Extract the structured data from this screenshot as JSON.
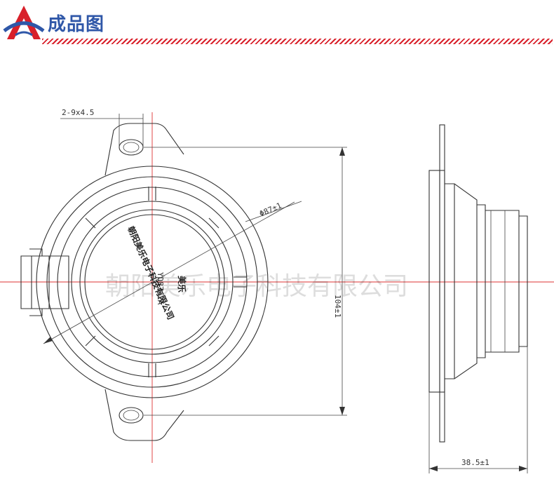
{
  "header": {
    "title": "成品图"
  },
  "dimensions": {
    "hole": "2-9x4.5",
    "diameter": "Φ87±1",
    "height": "104±1",
    "depth": "38.5±1"
  },
  "label": {
    "brand": "美乐",
    "model": "YD87-2A",
    "company_arc": "朝阳美乐电子科技有限公司"
  },
  "watermark": "朝阳美乐电子科技有限公司",
  "colors": {
    "title": "#2f57a8",
    "accent_red": "#d8202a",
    "line": "#333333"
  }
}
